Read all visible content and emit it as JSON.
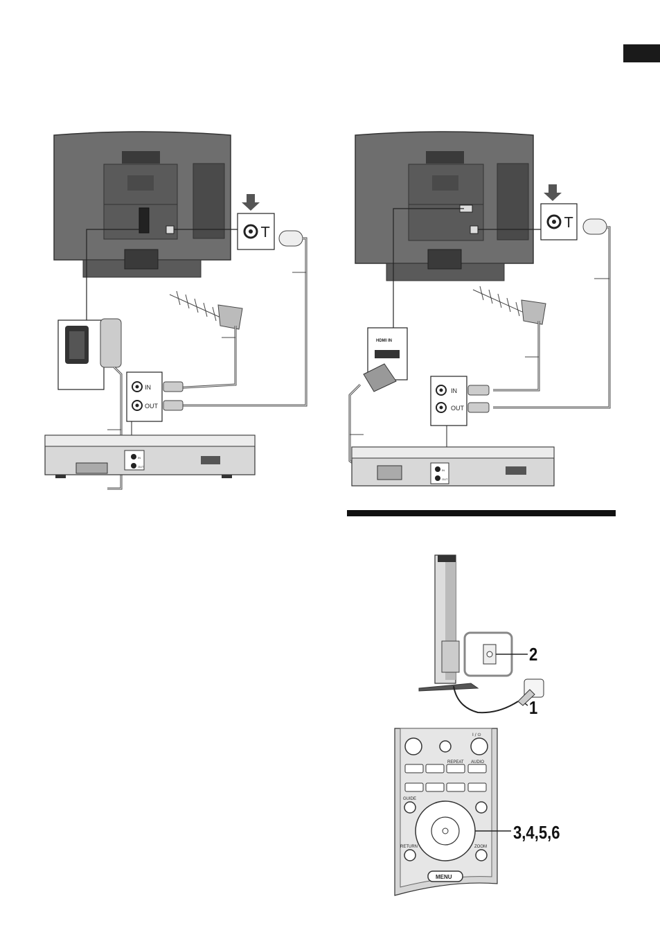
{
  "diagram_left": {
    "tv_in_label": "IN",
    "tv_out_label": "OUT",
    "recorder_in_label": "IN",
    "recorder_out_label": "OUT"
  },
  "diagram_right": {
    "hdmi_label": "HDMI IN",
    "tv_in_label": "IN",
    "tv_out_label": "OUT",
    "recorder_in_label": "IN",
    "recorder_out_label": "OUT"
  },
  "steps": {
    "power_button_step": "2",
    "plug_step": "1",
    "remote_steps": "3,4,5,6"
  },
  "remote": {
    "repeat_label": "REPEAT",
    "audio_label": "AUDIO",
    "guide_label": "GUIDE",
    "return_label": "RETURN",
    "zoom_label": "ZOOM",
    "menu_label": "MENU",
    "power_label": "I / ⏻"
  }
}
